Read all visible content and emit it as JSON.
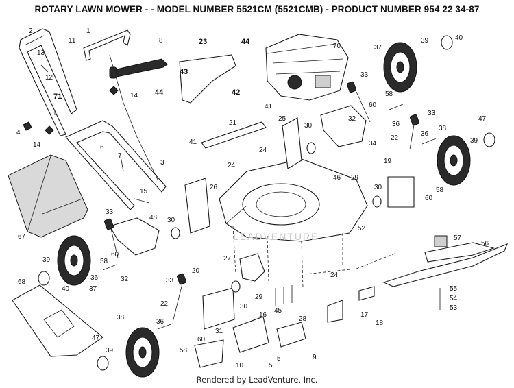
{
  "title": "ROTARY LAWN MOWER - - MODEL NUMBER 5521CM (5521CMB) - PRODUCT NUMBER 954 22 34-87",
  "footer": "Rendered by LeadVenture, Inc.",
  "callouts": [
    {
      "id": "c1",
      "text": "1"
    },
    {
      "id": "c2",
      "text": "2"
    },
    {
      "id": "c3",
      "text": "3"
    },
    {
      "id": "c4",
      "text": "4"
    },
    {
      "id": "c5a",
      "text": "5"
    },
    {
      "id": "c6",
      "text": "6"
    },
    {
      "id": "c7",
      "text": "7"
    },
    {
      "id": "c8",
      "text": "8"
    },
    {
      "id": "c9",
      "text": "9"
    },
    {
      "id": "c10",
      "text": "10"
    },
    {
      "id": "c11",
      "text": "11"
    },
    {
      "id": "c12",
      "text": "12"
    },
    {
      "id": "c13",
      "text": "13"
    },
    {
      "id": "c14a",
      "text": "14"
    },
    {
      "id": "c14b",
      "text": "14"
    },
    {
      "id": "c15",
      "text": "15"
    },
    {
      "id": "c16",
      "text": "16"
    },
    {
      "id": "c17",
      "text": "17"
    },
    {
      "id": "c18",
      "text": "18"
    },
    {
      "id": "c19",
      "text": "19"
    },
    {
      "id": "c20",
      "text": "20"
    },
    {
      "id": "c21",
      "text": "21"
    },
    {
      "id": "c22a",
      "text": "22"
    },
    {
      "id": "c22b",
      "text": "22"
    },
    {
      "id": "c23",
      "text": "23"
    },
    {
      "id": "c24a",
      "text": "24"
    },
    {
      "id": "c24b",
      "text": "24"
    },
    {
      "id": "c24c",
      "text": "24"
    },
    {
      "id": "c25",
      "text": "25"
    },
    {
      "id": "c26",
      "text": "26"
    },
    {
      "id": "c27",
      "text": "27"
    },
    {
      "id": "c28",
      "text": "28"
    },
    {
      "id": "c29a",
      "text": "29"
    },
    {
      "id": "c29b",
      "text": "29"
    },
    {
      "id": "c30a",
      "text": "30"
    },
    {
      "id": "c30b",
      "text": "30"
    },
    {
      "id": "c30c",
      "text": "30"
    },
    {
      "id": "c30d",
      "text": "30"
    },
    {
      "id": "c31",
      "text": "31"
    },
    {
      "id": "c32a",
      "text": "32"
    },
    {
      "id": "c32b",
      "text": "32"
    },
    {
      "id": "c33a",
      "text": "33"
    },
    {
      "id": "c33b",
      "text": "33"
    },
    {
      "id": "c33c",
      "text": "33"
    },
    {
      "id": "c33d",
      "text": "33"
    },
    {
      "id": "c34",
      "text": "34"
    },
    {
      "id": "c36a",
      "text": "36"
    },
    {
      "id": "c36b",
      "text": "36"
    },
    {
      "id": "c36c",
      "text": "36"
    },
    {
      "id": "c36d",
      "text": "36"
    },
    {
      "id": "c37a",
      "text": "37"
    },
    {
      "id": "c37b",
      "text": "37"
    },
    {
      "id": "c38a",
      "text": "38"
    },
    {
      "id": "c38b",
      "text": "38"
    },
    {
      "id": "c39a",
      "text": "39"
    },
    {
      "id": "c39b",
      "text": "39"
    },
    {
      "id": "c39c",
      "text": "39"
    },
    {
      "id": "c39d",
      "text": "39"
    },
    {
      "id": "c40a",
      "text": "40"
    },
    {
      "id": "c40b",
      "text": "40"
    },
    {
      "id": "c41a",
      "text": "41"
    },
    {
      "id": "c41b",
      "text": "41"
    },
    {
      "id": "c42",
      "text": "42"
    },
    {
      "id": "c43",
      "text": "43"
    },
    {
      "id": "c44a",
      "text": "44"
    },
    {
      "id": "c44b",
      "text": "44"
    },
    {
      "id": "c45",
      "text": "45"
    },
    {
      "id": "c46",
      "text": "46"
    },
    {
      "id": "c47a",
      "text": "47"
    },
    {
      "id": "c47b",
      "text": "47"
    },
    {
      "id": "c48",
      "text": "48"
    },
    {
      "id": "c52",
      "text": "52"
    },
    {
      "id": "c53",
      "text": "53"
    },
    {
      "id": "c54",
      "text": "54"
    },
    {
      "id": "c55",
      "text": "55"
    },
    {
      "id": "c56",
      "text": "56"
    },
    {
      "id": "c57",
      "text": "57"
    },
    {
      "id": "c58a",
      "text": "58"
    },
    {
      "id": "c58b",
      "text": "58"
    },
    {
      "id": "c58c",
      "text": "58"
    },
    {
      "id": "c58d",
      "text": "58"
    },
    {
      "id": "c60a",
      "text": "60"
    },
    {
      "id": "c60b",
      "text": "60"
    },
    {
      "id": "c60c",
      "text": "60"
    },
    {
      "id": "c60d",
      "text": "60"
    },
    {
      "id": "c67",
      "text": "67"
    },
    {
      "id": "c68",
      "text": "68"
    },
    {
      "id": "c70",
      "text": "70"
    },
    {
      "id": "c71",
      "text": "71"
    },
    {
      "id": "c5b",
      "text": "5"
    }
  ]
}
